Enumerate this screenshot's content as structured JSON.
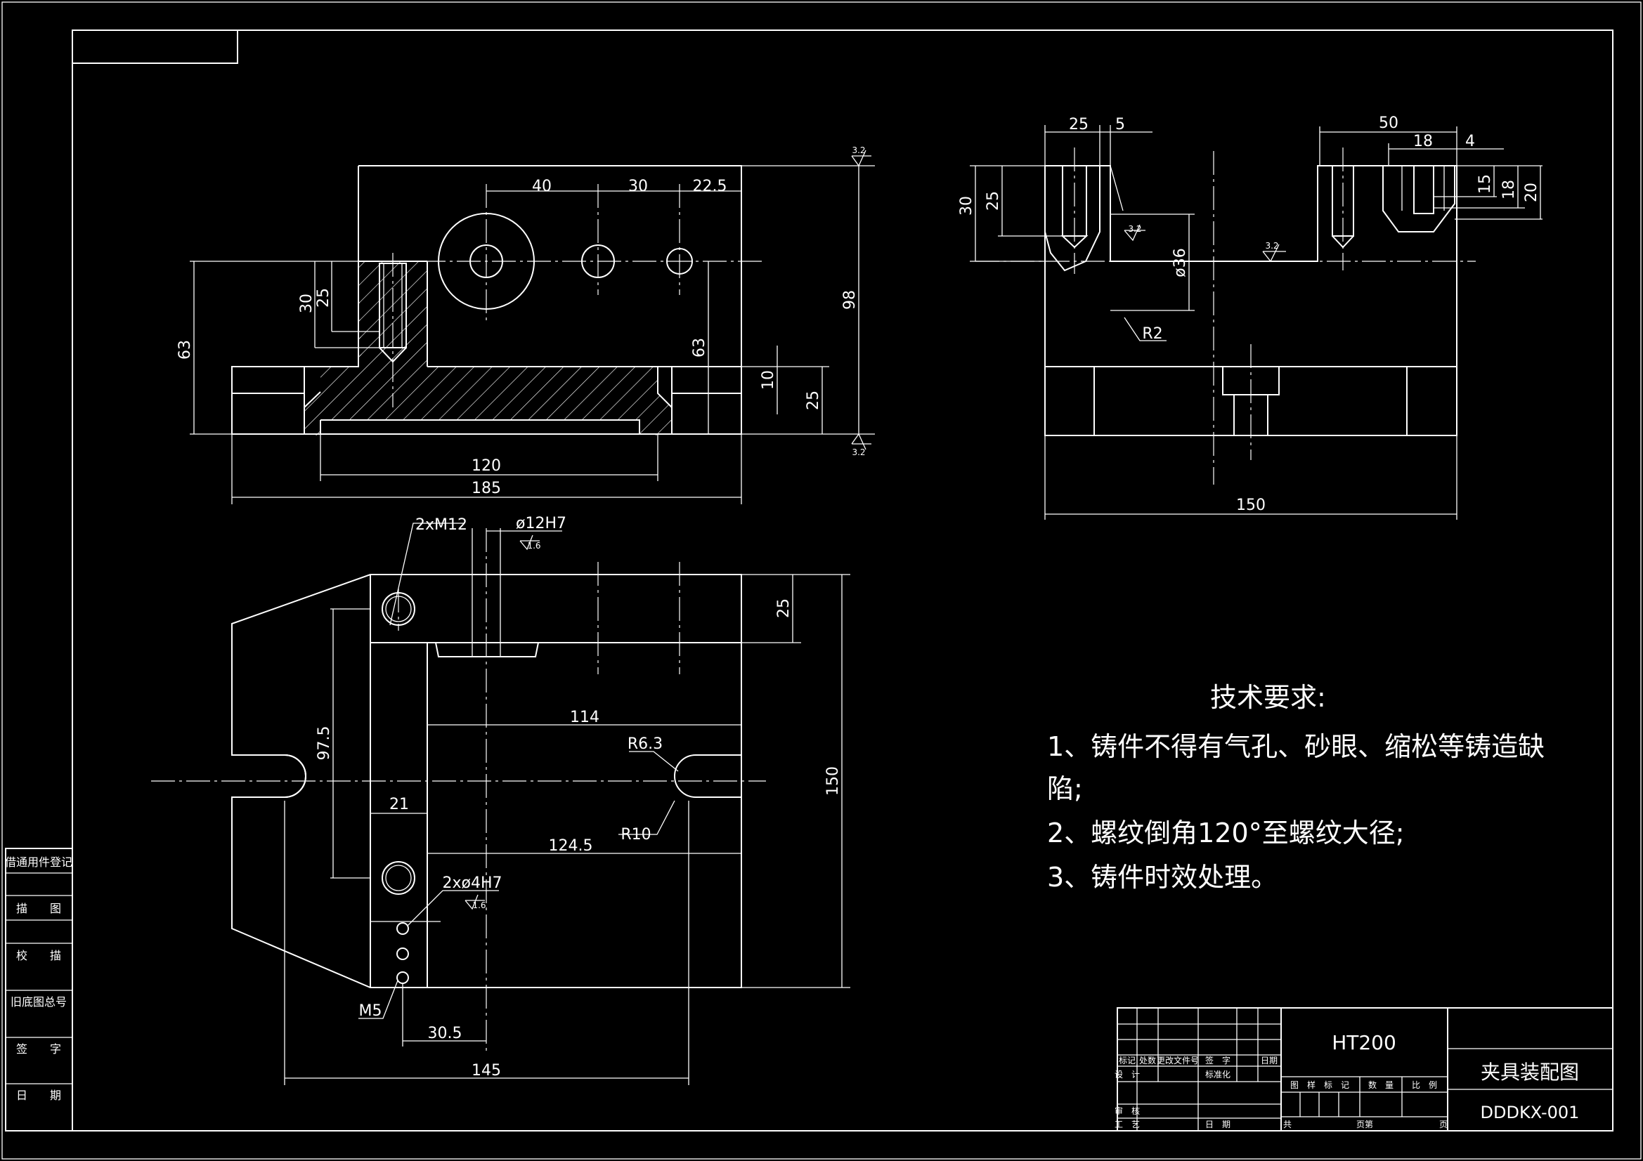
{
  "front_view": {
    "dims": {
      "d40": "40",
      "d30": "30",
      "d22_5": "22.5",
      "d63_left": "63",
      "d30_left": "30",
      "d25_left": "25",
      "d63_inner": "63",
      "d10": "10",
      "d25_right": "25",
      "d98": "98",
      "d120": "120",
      "d185": "185"
    },
    "roughness_top": "3.2",
    "roughness_bottom": "3.2"
  },
  "side_view": {
    "dims": {
      "d25": "25",
      "d5": "5",
      "d50": "50",
      "d18": "18",
      "d4": "4",
      "d30": "30",
      "d25b": "25",
      "d15": "15",
      "d18b": "18",
      "d20": "20",
      "dia36": "ø36",
      "r2": "R2",
      "d150": "150"
    },
    "roughness_a": "3.2",
    "roughness_b": "3.2"
  },
  "top_view": {
    "dims": {
      "m12": "2xM12",
      "h12": "ø12H7",
      "d25": "25",
      "d114": "114",
      "r63": "R6.3",
      "d97_5": "97.5",
      "d150": "150",
      "d21": "21",
      "r10": "R10",
      "d124_5": "124.5",
      "h4": "2xø4H7",
      "m5": "M5",
      "d30_5": "30.5",
      "d145": "145"
    },
    "roughness_h12": "1.6",
    "roughness_h4": "1.6"
  },
  "tech_requirements": {
    "title": "技术要求:",
    "line1a": "1、铸件不得有气孔、砂眼、缩松等铸造缺",
    "line1b": "陷;",
    "line2": "2、螺纹倒角120°至螺纹大径;",
    "line3": "3、铸件时效处理。"
  },
  "side_panel": {
    "r1": "借通用件登记",
    "r2": "描　　图",
    "r3": "校　　描",
    "r4": "旧底图总号",
    "r5": "签　　字",
    "r6": "日　　期"
  },
  "title_block": {
    "material": "HT200",
    "name": "夹具装配图",
    "code": "DDDKX-001",
    "hdr_mark": "标记",
    "hdr_qty": "处数",
    "hdr_file": "更改文件号",
    "hdr_sign": "签　字",
    "hdr_date": "日期",
    "design": "设　计",
    "standard": "标准化",
    "review": "审　核",
    "process": "工　艺",
    "date": "日　期",
    "stage": "图　样　标　记",
    "weight": "数　量",
    "scale": "比　例",
    "sheet_total": "共",
    "sheet_no": "页第",
    "sheet_end": "页"
  }
}
